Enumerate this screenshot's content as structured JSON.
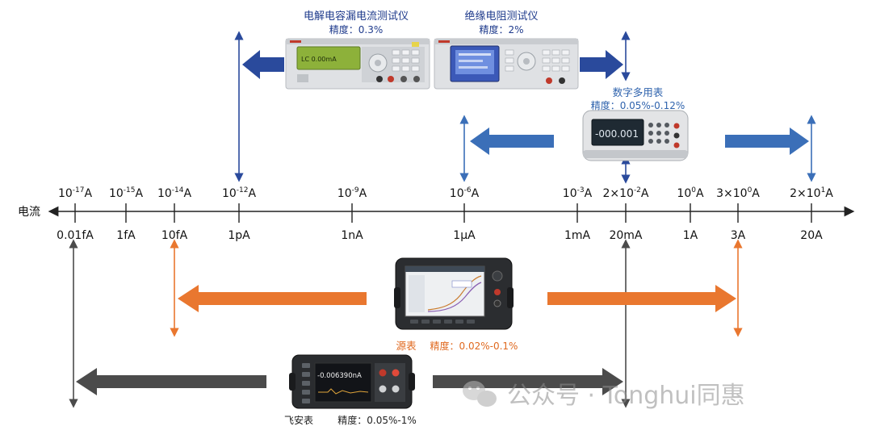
{
  "axis": {
    "label": "电流",
    "ticks": [
      {
        "exp_mant": "10",
        "exp_pow": "-17",
        "exp_unit": "A",
        "unit_label": "0.01fA"
      },
      {
        "exp_mant": "10",
        "exp_pow": "-15",
        "exp_unit": "A",
        "unit_label": "1fA"
      },
      {
        "exp_mant": "10",
        "exp_pow": "-14",
        "exp_unit": "A",
        "unit_label": "10fA"
      },
      {
        "exp_mant": "10",
        "exp_pow": "-12",
        "exp_unit": "A",
        "unit_label": "1pA"
      },
      {
        "exp_mant": "10",
        "exp_pow": "-9",
        "exp_unit": "A",
        "unit_label": "1nA"
      },
      {
        "exp_mant": "10",
        "exp_pow": "-6",
        "exp_unit": "A",
        "unit_label": "1μA"
      },
      {
        "exp_mant": "10",
        "exp_pow": "-3",
        "exp_unit": "A",
        "unit_label": "1mA"
      },
      {
        "exp_mant": "2×10",
        "exp_pow": "-2",
        "exp_unit": "A",
        "unit_label": "20mA"
      },
      {
        "exp_mant": "10",
        "exp_pow": "0",
        "exp_unit": "A",
        "unit_label": "1A"
      },
      {
        "exp_mant": "3×10",
        "exp_pow": "0",
        "exp_unit": "A",
        "unit_label": "3A"
      },
      {
        "exp_mant": "2×10",
        "exp_pow": "1",
        "exp_unit": "A",
        "unit_label": "20A"
      }
    ]
  },
  "instruments": {
    "leakage": {
      "name": "电解电容漏电流测试仪",
      "accuracy": "精度：0.3%",
      "display": "LC  0.00mA"
    },
    "insulation": {
      "name": "绝缘电阻测试仪",
      "accuracy": "精度：2%"
    },
    "dmm": {
      "name": "数字多用表",
      "accuracy": "精度：0.05%-0.12%",
      "display": "-000.001"
    },
    "smu": {
      "name": "源表",
      "accuracy": "精度：0.02%-0.1%"
    },
    "ammeter": {
      "name": "飞安表",
      "accuracy": "精度：0.05%-1%",
      "display": "-0.006390nA"
    }
  },
  "watermark": {
    "text": "公众号 · Tonghui同惠"
  },
  "colors": {
    "navy": "#2a4a9c",
    "blue": "#3b6fb8",
    "orange": "#e9772f",
    "dark": "#4b4b4b",
    "axis": "#222222"
  }
}
